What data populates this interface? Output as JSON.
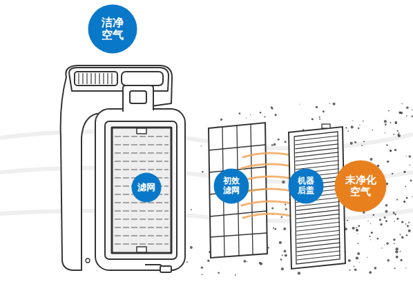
{
  "diagram": {
    "nodes": [
      {
        "text": [
          "洁净空气"
        ]
      },
      {
        "text": [
          "滤网"
        ]
      },
      {
        "text": [
          "初效滤网"
        ]
      },
      {
        "text": [
          "机器后盖"
        ]
      },
      {
        "text": [
          "未净化空气"
        ]
      }
    ]
  }
}
